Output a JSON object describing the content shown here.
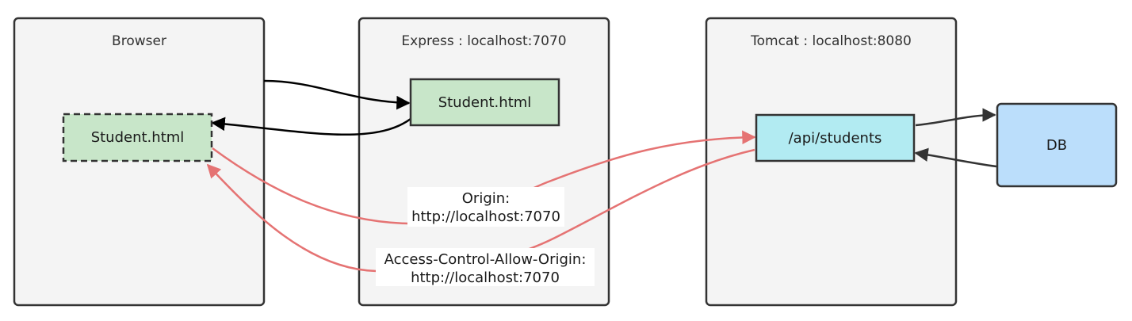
{
  "groups": {
    "browser": {
      "title": "Browser"
    },
    "express": {
      "title": "Express : localhost:7070"
    },
    "tomcat": {
      "title": "Tomcat : localhost:8080"
    }
  },
  "nodes": {
    "browser_student": {
      "label": "Student.html",
      "fill": "#c8e6c9",
      "border": "dashed"
    },
    "express_student": {
      "label": "Student.html",
      "fill": "#c8e6c9",
      "border": "solid"
    },
    "api_students": {
      "label": "/api/students",
      "fill": "#b2ebf2",
      "border": "solid"
    },
    "db": {
      "label": "DB",
      "fill": "#bbdefb",
      "border": "solid"
    }
  },
  "edge_labels": {
    "origin": {
      "line1": "Origin:",
      "line2": "http://localhost:7070"
    },
    "acao": {
      "line1": "Access-Control-Allow-Origin:",
      "line2": "http://localhost:7070"
    }
  },
  "colors": {
    "request_edge": "#000000",
    "cors_edge": "#e57373",
    "group_bg": "#f4f4f4"
  }
}
